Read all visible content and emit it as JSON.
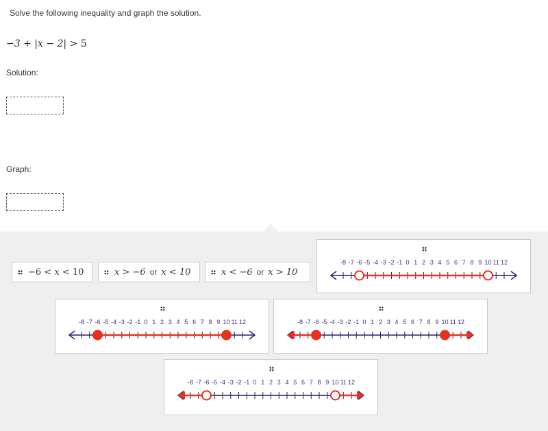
{
  "question": {
    "instruction": "Solve the following inequality and graph the solution.",
    "inequality": {
      "lhs": "−3 + |x − 2|",
      "op": ">",
      "rhs": "5"
    }
  },
  "solution_label": "Solution:",
  "graph_label": "Graph:",
  "text_tiles": [
    {
      "parts": [
        "−6 <",
        "x",
        "< 10"
      ]
    },
    {
      "parts": [
        "x > −6",
        "or",
        "x < 10"
      ]
    },
    {
      "parts": [
        "x < −6",
        "or",
        "x > 10"
      ]
    }
  ],
  "number_line": {
    "ticks": [
      "-8",
      "-7",
      "-6",
      "-5",
      "-4",
      "-3",
      "-2",
      "-1",
      "0",
      "1",
      "2",
      "3",
      "4",
      "5",
      "6",
      "7",
      "8",
      "9",
      "10",
      "11",
      "12"
    ]
  },
  "graph_tiles": [
    {
      "id": "open-between",
      "points": [
        -6,
        10
      ],
      "closed": false,
      "shade": "between"
    },
    {
      "id": "closed-between",
      "points": [
        -6,
        10
      ],
      "closed": true,
      "shade": "between"
    },
    {
      "id": "closed-outside",
      "points": [
        -6,
        10
      ],
      "closed": true,
      "shade": "outside"
    },
    {
      "id": "open-outside",
      "points": [
        -6,
        10
      ],
      "closed": false,
      "shade": "outside"
    }
  ],
  "colors": {
    "line": "#2f1a6b",
    "solution": "#e8321e",
    "tick_text": "#3b2a8a"
  },
  "icons": {
    "tile_grip": "drag-handle-icon"
  }
}
